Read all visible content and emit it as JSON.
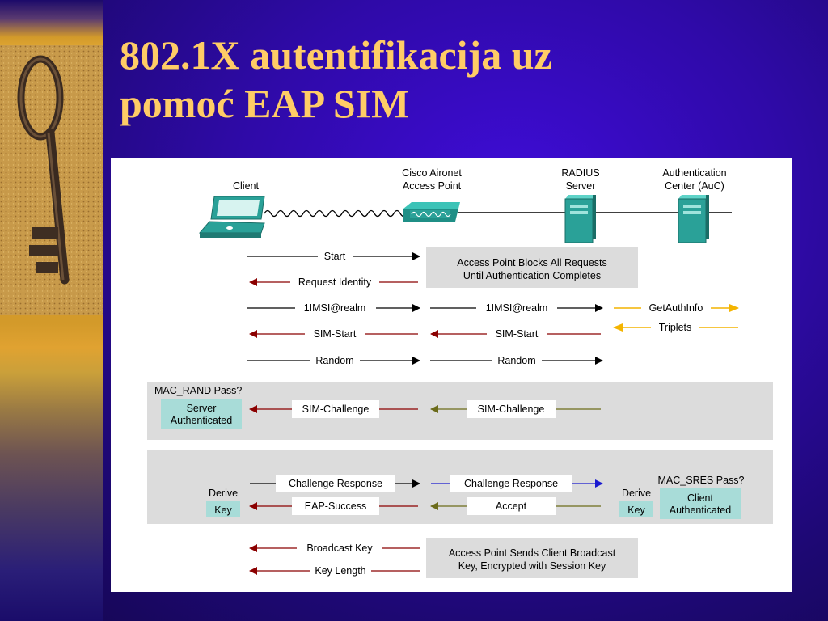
{
  "slide": {
    "title_line1": "802.1X autentifikacija uz",
    "title_line2": "pomoć EAP SIM",
    "title_color": "#ffcc66",
    "background_color": "#2f0aa8"
  },
  "diagram": {
    "entities": {
      "client": "Client",
      "ap_line1": "Cisco Aironet",
      "ap_line2": "Access Point",
      "radius_line1": "RADIUS",
      "radius_line2": "Server",
      "auc_line1": "Authentication",
      "auc_line2": "Center (AuC)"
    },
    "messages": {
      "start": "Start",
      "request_identity": "Request Identity",
      "imsi_client": "1IMSI@realm",
      "imsi_ap": "1IMSI@realm",
      "getauthinfo": "GetAuthInfo",
      "sim_start_ap": "SIM-Start",
      "sim_start_radius": "SIM-Start",
      "triplets": "Triplets",
      "random_client": "Random",
      "random_ap": "Random",
      "sim_challenge_ap": "SIM-Challenge",
      "sim_challenge_radius": "SIM-Challenge",
      "challenge_response_client": "Challenge Response",
      "challenge_response_ap": "Challenge Response",
      "eap_success": "EAP-Success",
      "accept": "Accept",
      "broadcast_key": "Broadcast Key",
      "key_length": "Key Length"
    },
    "notes": {
      "ap_blocks_line1": "Access Point Blocks All Requests",
      "ap_blocks_line2": "Until Authentication Completes",
      "mac_rand": "MAC_RAND Pass?",
      "server_auth_line1": "Server",
      "server_auth_line2": "Authenticated",
      "mac_sres": "MAC_SRES Pass?",
      "client_auth_line1": "Client",
      "client_auth_line2": "Authenticated",
      "derive_left": "Derive",
      "key_left": "Key",
      "derive_right": "Derive",
      "key_right": "Key",
      "ap_sends_line1": "Access Point Sends Client Broadcast",
      "ap_sends_line2": "Key, Encrypted with Session Key"
    },
    "colors": {
      "black_arrow": "#000000",
      "dark_red_arrow": "#8b0000",
      "olive_arrow": "#6b6b1a",
      "blue_arrow": "#1a1ad0",
      "orange_arrow": "#f4b400",
      "device_teal": "#2aa198",
      "auth_box": "#a8dcd8",
      "grey_panel": "#dcdcdc"
    }
  }
}
